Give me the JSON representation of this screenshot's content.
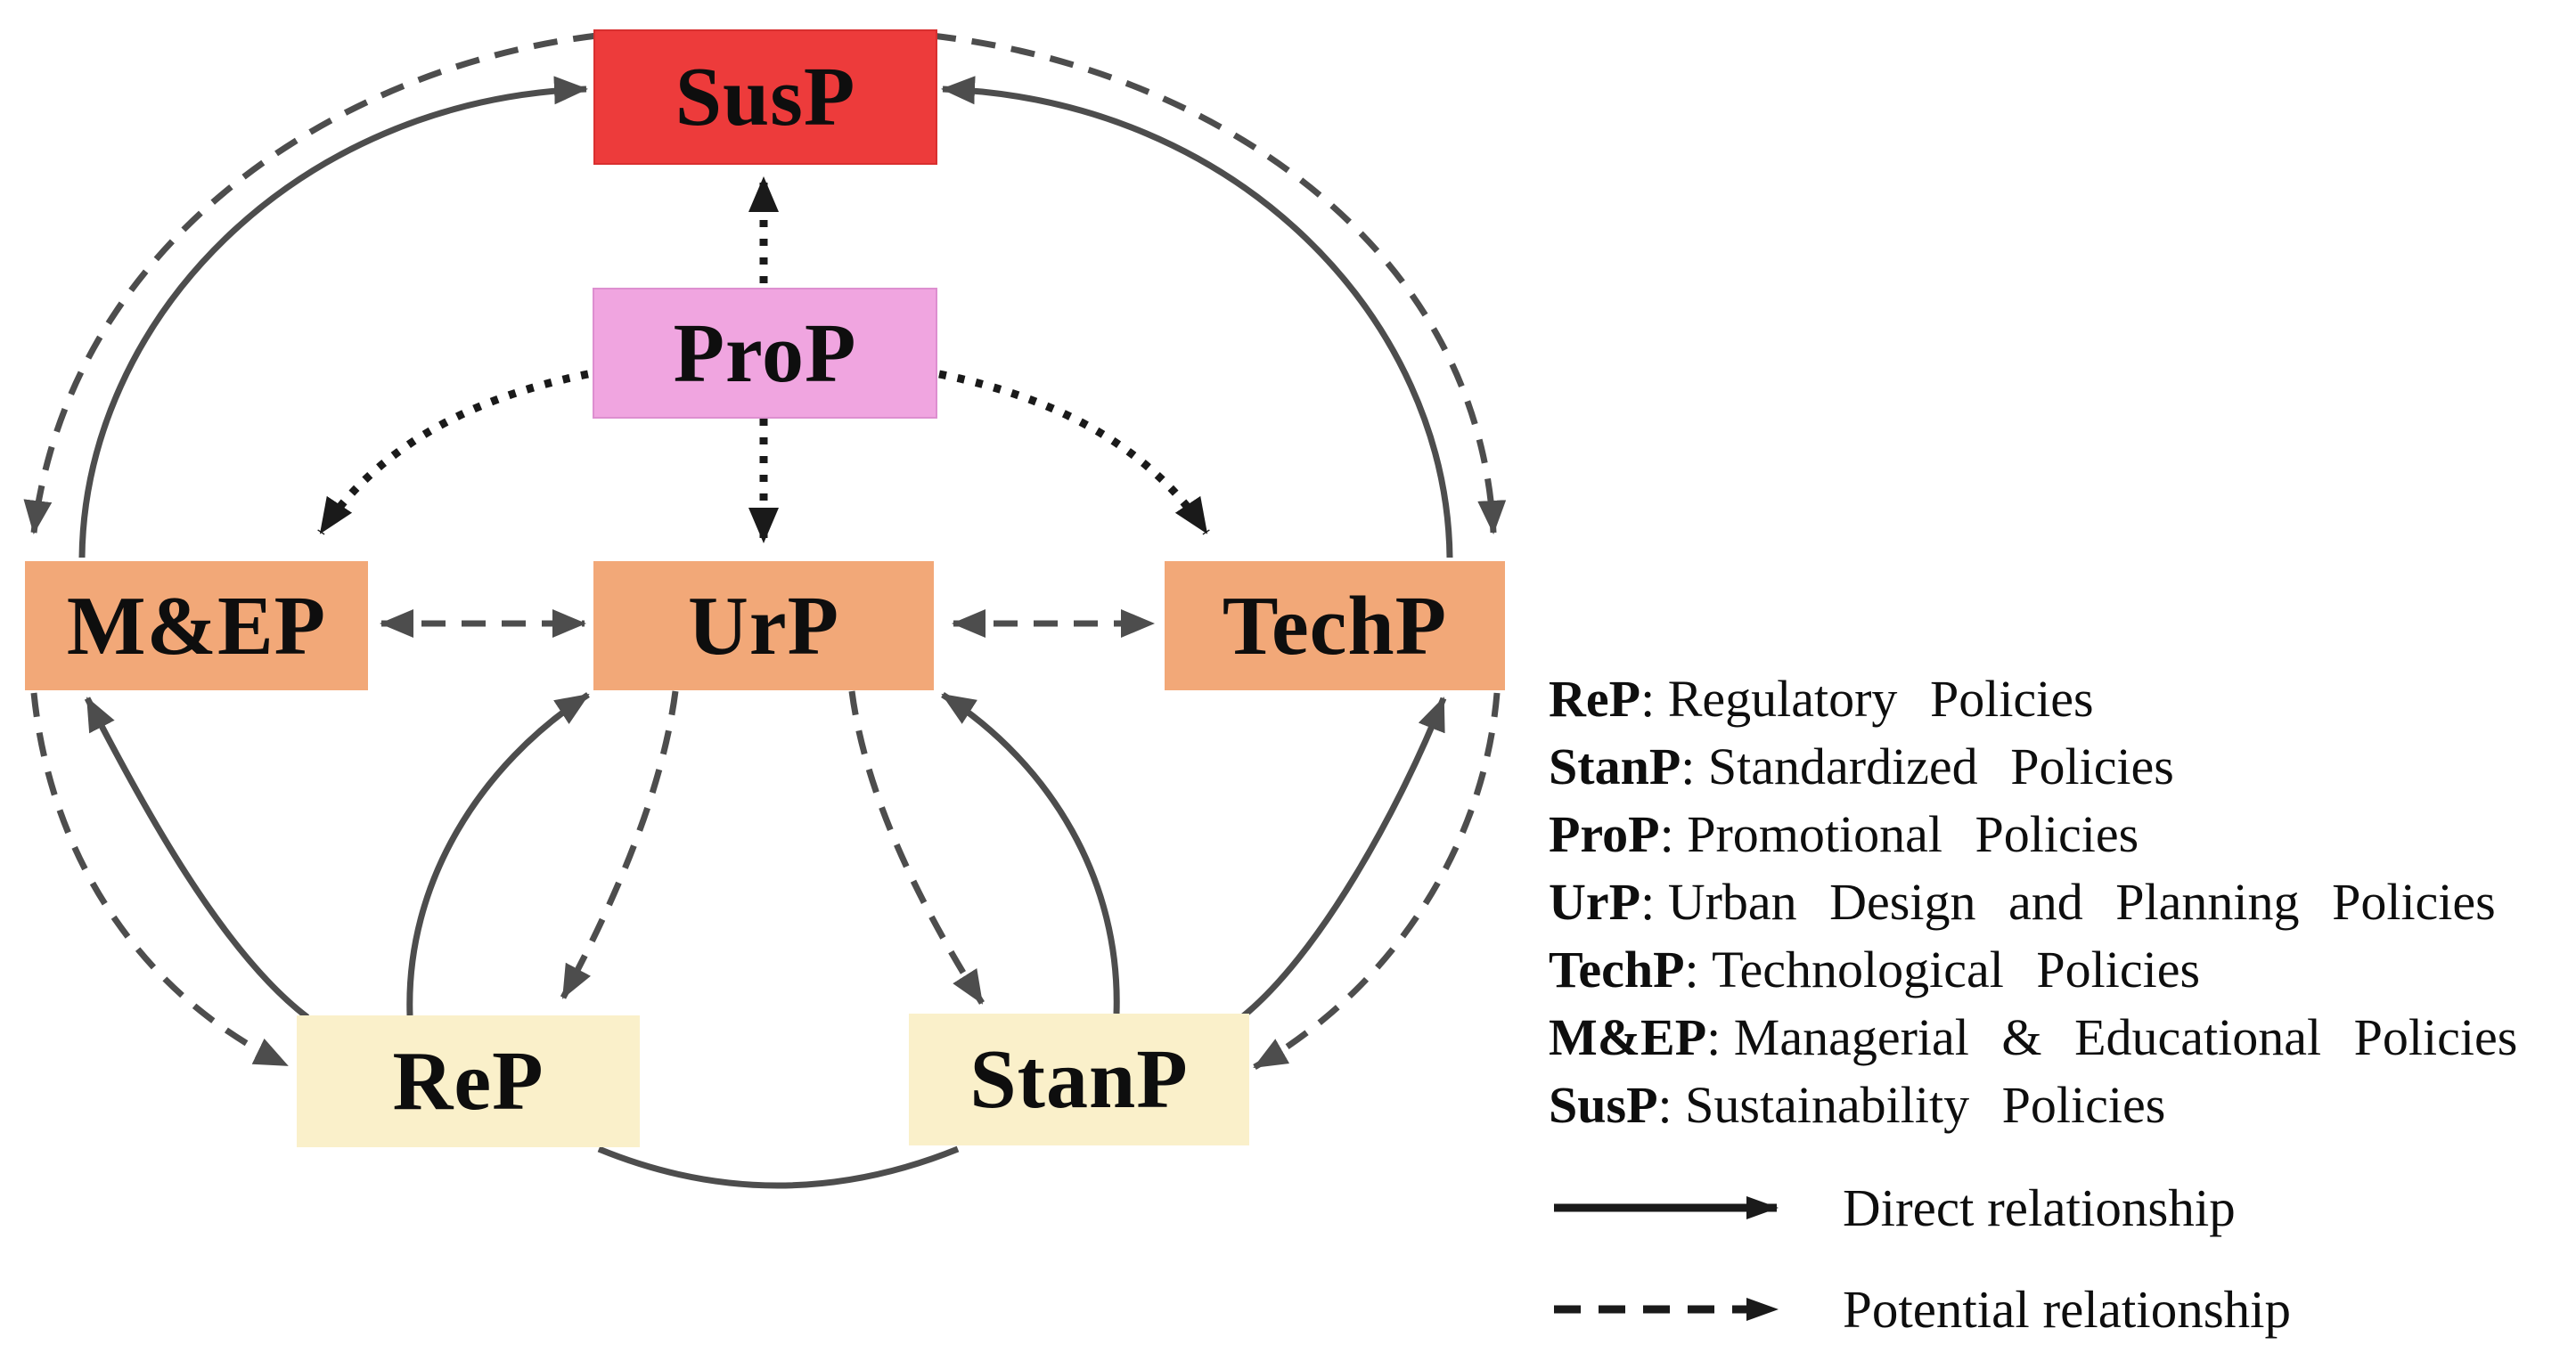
{
  "diagram": {
    "nodes": {
      "susp": {
        "label": "SusP",
        "color": "#ed3b3b"
      },
      "prop": {
        "label": "ProP",
        "color": "#f0a5e0"
      },
      "mep": {
        "label": "M&EP",
        "color": "#f2a878"
      },
      "urp": {
        "label": "UrP",
        "color": "#f2a878"
      },
      "techp": {
        "label": "TechP",
        "color": "#f2a878"
      },
      "rep": {
        "label": "ReP",
        "color": "#faf0ca"
      },
      "stanp": {
        "label": "StanP",
        "color": "#faf0ca"
      }
    },
    "edge_colors": {
      "relationship_arrows": "#4d4d4d",
      "prop_dotted_arrows": "#1a1a1a"
    },
    "edges": [
      {
        "from": "M&EP",
        "to": "SusP",
        "type": "direct"
      },
      {
        "from": "SusP",
        "to": "M&EP",
        "type": "potential"
      },
      {
        "from": "TechP",
        "to": "SusP",
        "type": "direct"
      },
      {
        "from": "SusP",
        "to": "TechP",
        "type": "potential"
      },
      {
        "from": "ReP",
        "to": "M&EP",
        "type": "direct"
      },
      {
        "from": "M&EP",
        "to": "ReP",
        "type": "potential"
      },
      {
        "from": "StanP",
        "to": "TechP",
        "type": "direct"
      },
      {
        "from": "TechP",
        "to": "StanP",
        "type": "potential"
      },
      {
        "from": "ReP",
        "to": "UrP",
        "type": "direct"
      },
      {
        "from": "UrP",
        "to": "ReP",
        "type": "potential"
      },
      {
        "from": "StanP",
        "to": "UrP",
        "type": "direct"
      },
      {
        "from": "UrP",
        "to": "StanP",
        "type": "potential"
      },
      {
        "from": "ReP",
        "to": "StanP",
        "type": "direct-undirected"
      },
      {
        "from": "M&EP",
        "to": "UrP",
        "type": "potential-bidirectional"
      },
      {
        "from": "UrP",
        "to": "TechP",
        "type": "potential-bidirectional"
      },
      {
        "from": "ProP",
        "to": "SusP",
        "type": "dotted"
      },
      {
        "from": "ProP",
        "to": "UrP",
        "type": "dotted"
      },
      {
        "from": "ProP",
        "to": "M&EP",
        "type": "dotted"
      },
      {
        "from": "ProP",
        "to": "TechP",
        "type": "dotted"
      }
    ]
  },
  "legend": {
    "separator": ":",
    "definitions": [
      {
        "abbr": "ReP",
        "desc": "Regulatory Policies"
      },
      {
        "abbr": "StanP",
        "desc": "Standardized Policies"
      },
      {
        "abbr": "ProP",
        "desc": "Promotional Policies"
      },
      {
        "abbr": "UrP",
        "desc": "Urban Design and Planning Policies"
      },
      {
        "abbr": "TechP",
        "desc": "Technological Policies"
      },
      {
        "abbr": "M&EP",
        "desc": "Managerial & Educational Policies"
      },
      {
        "abbr": "SusP",
        "desc": "Sustainability Policies"
      }
    ],
    "arrow_key": [
      {
        "style": "solid",
        "label": "Direct relationship"
      },
      {
        "style": "dashed",
        "label": "Potential relationship"
      }
    ]
  }
}
